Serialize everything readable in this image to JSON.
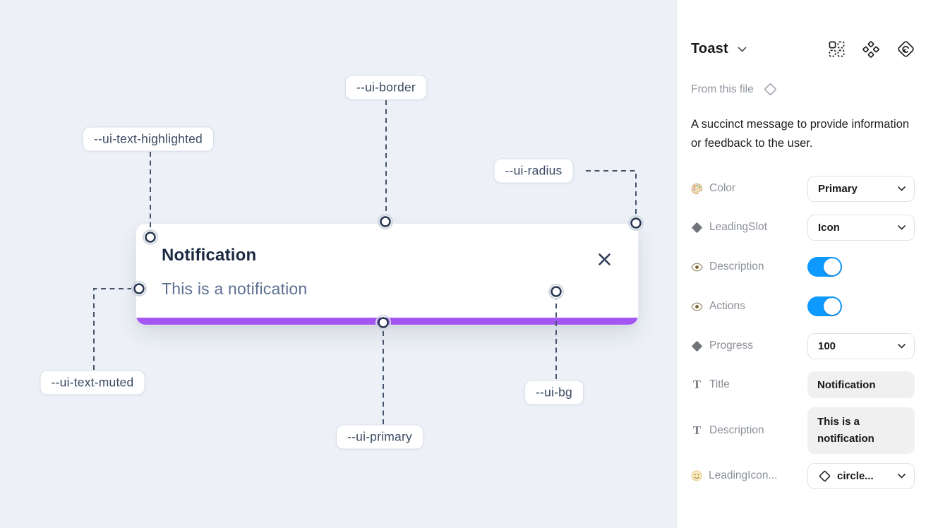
{
  "canvas": {
    "toast": {
      "title": "Notification",
      "description": "This is a notification"
    },
    "annotations": [
      {
        "label": "--ui-border"
      },
      {
        "label": "--ui-text-highlighted"
      },
      {
        "label": "--ui-radius"
      },
      {
        "label": "--ui-text-muted"
      },
      {
        "label": "--ui-primary"
      },
      {
        "label": "--ui-bg"
      }
    ],
    "colors": {
      "canvas_bg": "#edf1f7",
      "primary_bar": "#a356f2",
      "dash_line": "#44536b",
      "title_text": "#1b2942",
      "muted_text": "#5d7090"
    }
  },
  "panel": {
    "title": "Toast",
    "source_label": "From this file",
    "description": "A succinct message to provide information or feedback to the user.",
    "header_icons": [
      "instance-swap-icon",
      "component-set-icon",
      "return-to-component-icon"
    ],
    "properties": [
      {
        "icon": "palette-icon",
        "label": "Color",
        "control": "dropdown",
        "value": "Primary"
      },
      {
        "icon": "diamond-icon",
        "label": "LeadingSlot",
        "control": "dropdown",
        "value": "Icon"
      },
      {
        "icon": "eye-icon",
        "label": "Description",
        "control": "toggle",
        "value": true
      },
      {
        "icon": "eye-icon",
        "label": "Actions",
        "control": "toggle",
        "value": true
      },
      {
        "icon": "diamond-icon",
        "label": "Progress",
        "control": "dropdown",
        "value": "100"
      },
      {
        "icon": "text-icon",
        "label": "Title",
        "control": "textfield",
        "value": "Notification"
      },
      {
        "icon": "text-icon",
        "label": "Description",
        "control": "textfield",
        "value": "This is a notification"
      },
      {
        "icon": "smiley-icon",
        "label": "LeadingIcon...",
        "control": "dropdown-with-icon",
        "value": "circle..."
      }
    ],
    "colors": {
      "toggle_on": "#0d99ff"
    }
  }
}
